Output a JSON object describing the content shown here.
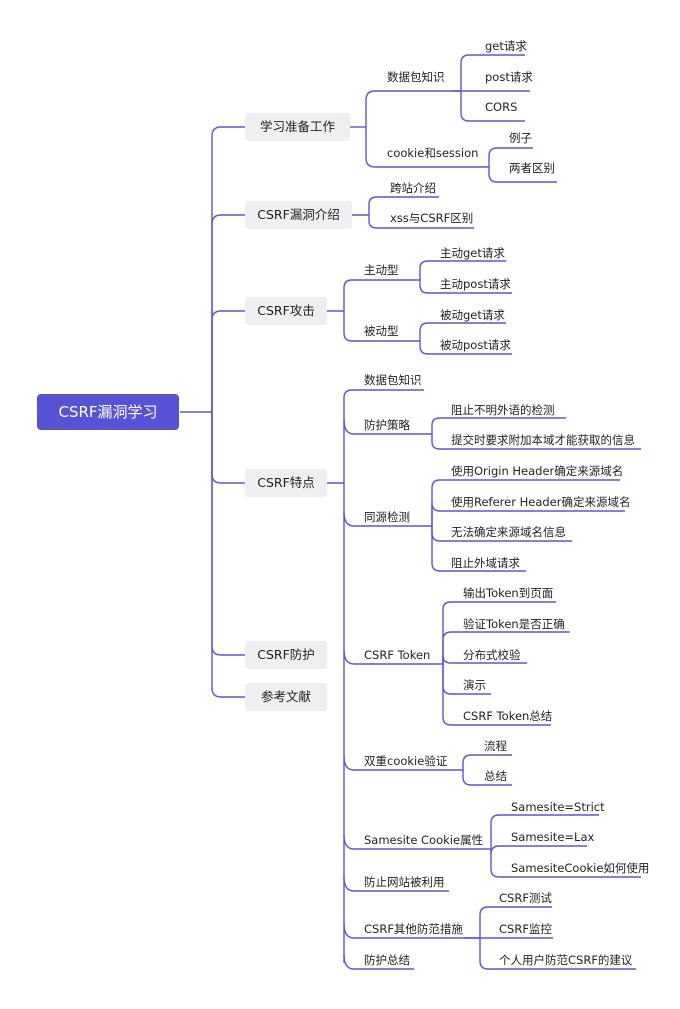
{
  "root": "CSRF漏洞学习",
  "branches": {
    "prep": "学习准备工作",
    "intro": "CSRF漏洞介绍",
    "attack": "CSRF攻击",
    "features": "CSRF特点",
    "defense": "CSRF防护",
    "refs": "参考文献"
  },
  "prep": {
    "packet": "数据包知识",
    "get": "get请求",
    "post": "post请求",
    "cors": "CORS",
    "cookie": "cookie和session",
    "example": "例子",
    "diff": "两者区别"
  },
  "intro": {
    "cross": "跨站介绍",
    "xss": "xss与CSRF区别"
  },
  "attack": {
    "active": "主动型",
    "active_get": "主动get请求",
    "active_post": "主动post请求",
    "passive": "被动型",
    "passive_get": "被动get请求",
    "passive_post": "被动post请求"
  },
  "defense": {
    "packet": "数据包知识",
    "strategy": "防护策略",
    "strategy_1": "阻止不明外语的检测",
    "strategy_2": "提交时要求附加本域才能获取的信息",
    "same_origin": "同源检测",
    "so_1": "使用Origin Header确定来源域名",
    "so_2": "使用Referer Header确定来源域名",
    "so_3": "无法确定来源域名信息",
    "so_4": "阻止外域请求",
    "token": "CSRF Token",
    "token_1": "输出Token到页面",
    "token_2": "验证Token是否正确",
    "token_3": "分布式校验",
    "token_4": "演示",
    "token_5": "CSRF Token总结",
    "double": "双重cookie验证",
    "double_1": "流程",
    "double_2": "总结",
    "samesite": "Samesite Cookie属性",
    "ss_1": "Samesite=Strict",
    "ss_2": "Samesite=Lax",
    "ss_3": "SamesiteCookie如何使用",
    "prevent": "防止网站被利用",
    "other": "CSRF其他防范措施",
    "other_1": "CSRF测试",
    "other_2": "CSRF监控",
    "other_3": "个人用户防范CSRF的建议",
    "summary": "防护总结"
  }
}
